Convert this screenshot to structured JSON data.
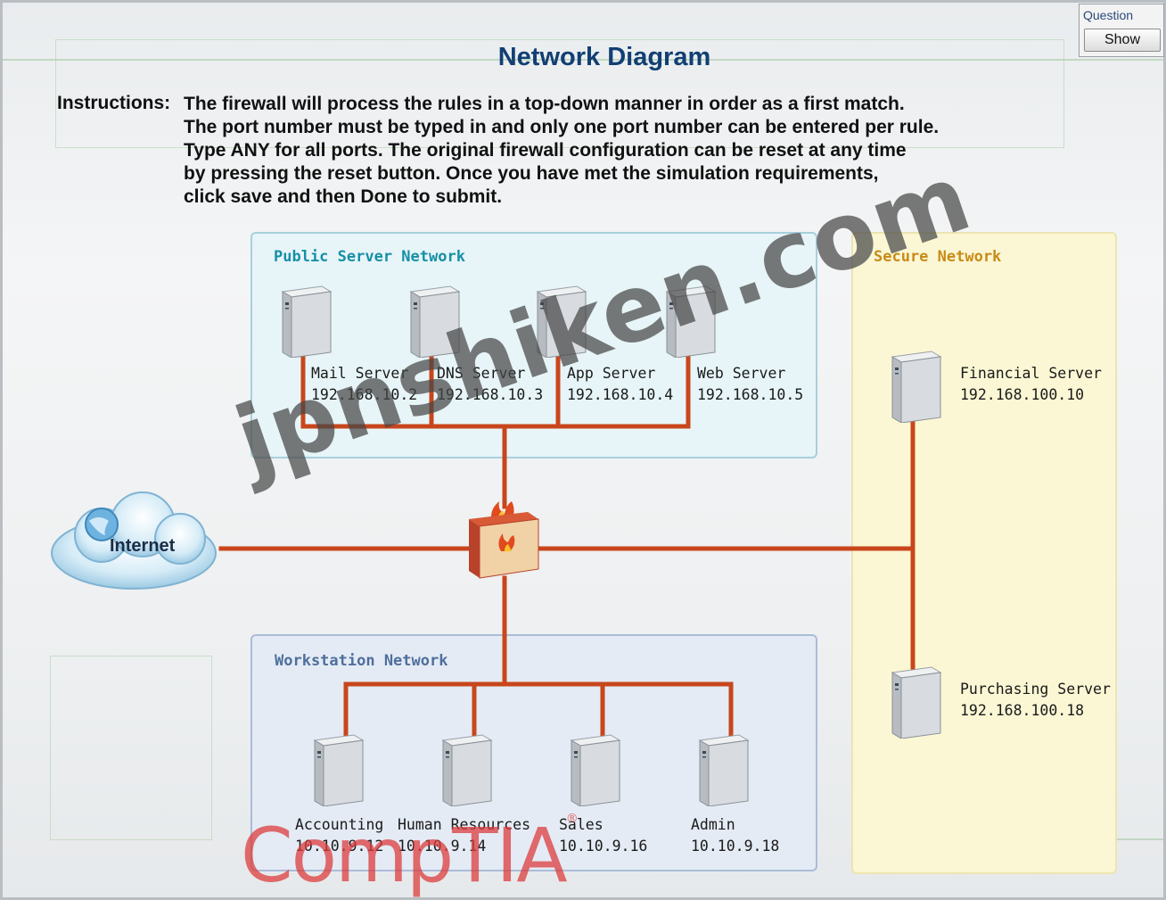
{
  "question_panel": {
    "label": "Question",
    "show_button": "Show"
  },
  "title": "Network Diagram",
  "instructions": {
    "label": "Instructions:",
    "lines": [
      "The firewall will process the rules in a top-down manner in order as a first match.",
      "The port number must be typed in and only one port number can be entered per rule.",
      "Type ANY for all ports. The original firewall configuration can be reset at any time",
      "by pressing the reset button. Once you have met the simulation requirements,",
      "click save and then Done to submit."
    ]
  },
  "zones": {
    "public": "Public Server Network",
    "secure": "Secure Network",
    "workstation": "Workstation Network"
  },
  "public_servers": [
    {
      "name": "Mail Server",
      "ip": "192.168.10.2"
    },
    {
      "name": "DNS Server",
      "ip": "192.168.10.3"
    },
    {
      "name": "App Server",
      "ip": "192.168.10.4"
    },
    {
      "name": "Web Server",
      "ip": "192.168.10.5"
    }
  ],
  "secure_servers": [
    {
      "name": "Financial Server",
      "ip": "192.168.100.10"
    },
    {
      "name": "Purchasing Server",
      "ip": "192.168.100.18"
    }
  ],
  "workstations": [
    {
      "name": "Accounting",
      "ip": "10.10.9.12"
    },
    {
      "name": "Human Resources",
      "ip": "10.10.9.14"
    },
    {
      "name": "Sales",
      "ip": "10.10.9.16"
    },
    {
      "name": "Admin",
      "ip": "10.10.9.18"
    }
  ],
  "internet_label": "Internet",
  "watermark": "jpnshiken.com",
  "brand": "CompTIA",
  "brand_reg": "®",
  "colors": {
    "wire": "#c8461c",
    "title": "#123f73"
  },
  "icons": {
    "firewall": "firewall-icon",
    "cloud": "cloud-icon",
    "server": "server-icon"
  }
}
